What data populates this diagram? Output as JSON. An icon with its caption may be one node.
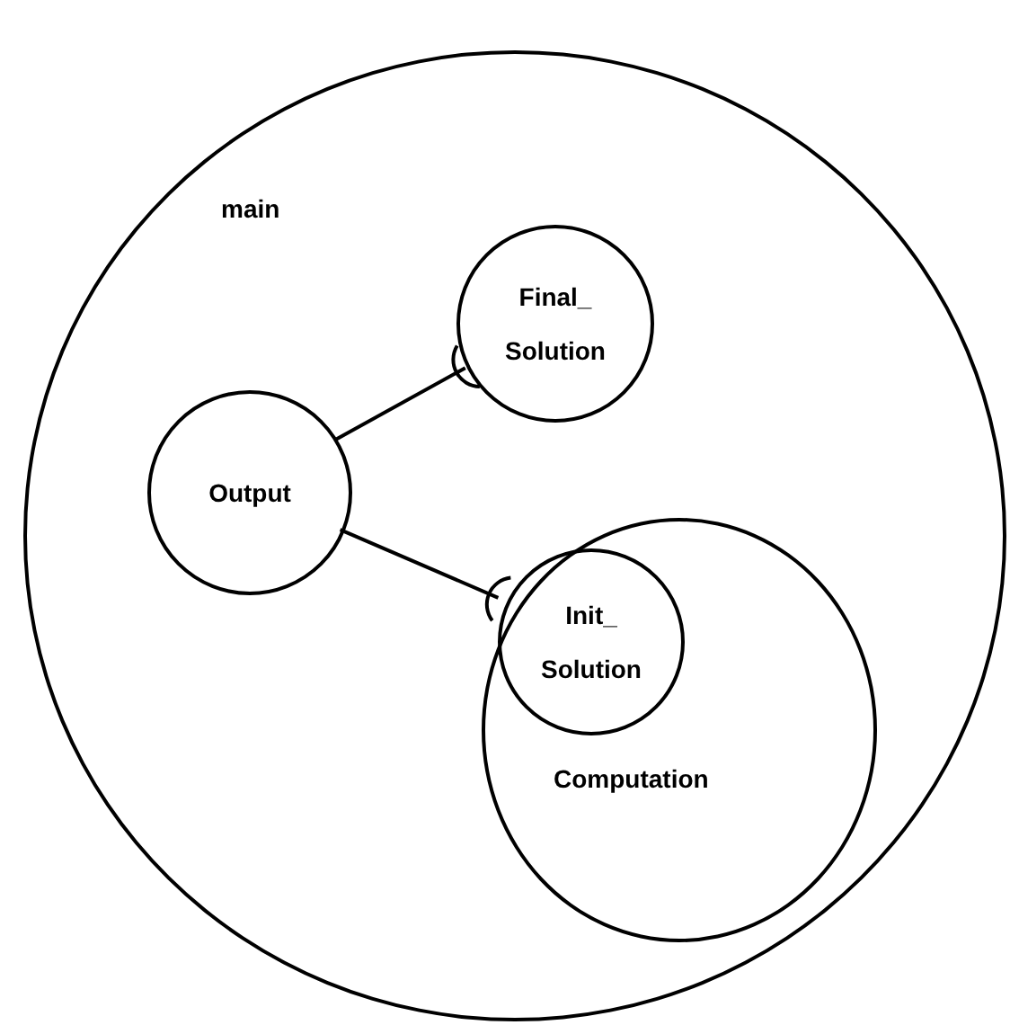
{
  "diagram": {
    "nodes": [
      {
        "text": [
          "main"
        ]
      },
      {
        "text": [
          "Final_ Solution"
        ],
        "in": 0
      },
      {
        "text": [
          "Output"
        ],
        "in": 0
      },
      {
        "text": [
          "Computation"
        ],
        "in": 0
      },
      {
        "text": [
          "Init_ Solution"
        ],
        "in": 3
      }
    ],
    "edges": [
      {
        "from": 2,
        "to": 1,
        "arrow": "other"
      },
      {
        "from": 2,
        "to": 4,
        "arrow": "other"
      }
    ]
  }
}
